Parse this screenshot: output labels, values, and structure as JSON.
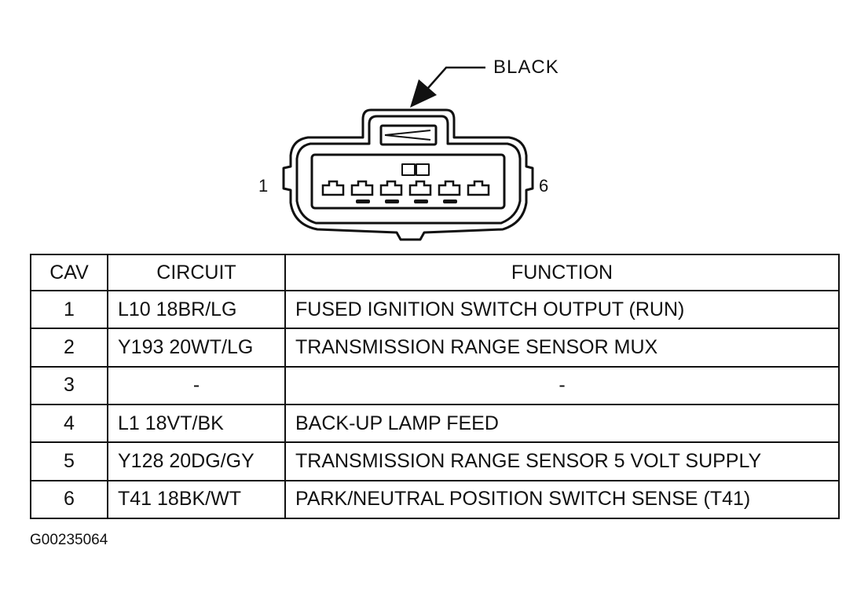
{
  "connector": {
    "color_label": "BLACK",
    "left_pin_label": "1",
    "right_pin_label": "6"
  },
  "table": {
    "headers": [
      "CAV",
      "CIRCUIT",
      "FUNCTION"
    ],
    "rows": [
      {
        "cav": "1",
        "circuit": "L10 18BR/LG",
        "function": "FUSED IGNITION SWITCH OUTPUT (RUN)"
      },
      {
        "cav": "2",
        "circuit": "Y193 20WT/LG",
        "function": "TRANSMISSION RANGE SENSOR MUX"
      },
      {
        "cav": "3",
        "circuit": "-",
        "function": "-"
      },
      {
        "cav": "4",
        "circuit": "L1 18VT/BK",
        "function": "BACK-UP LAMP FEED"
      },
      {
        "cav": "5",
        "circuit": "Y128 20DG/GY",
        "function": "TRANSMISSION RANGE SENSOR 5 VOLT SUPPLY"
      },
      {
        "cav": "6",
        "circuit": "T41 18BK/WT",
        "function": "PARK/NEUTRAL POSITION SWITCH SENSE (T41)"
      }
    ]
  },
  "figure_id": "G00235064"
}
